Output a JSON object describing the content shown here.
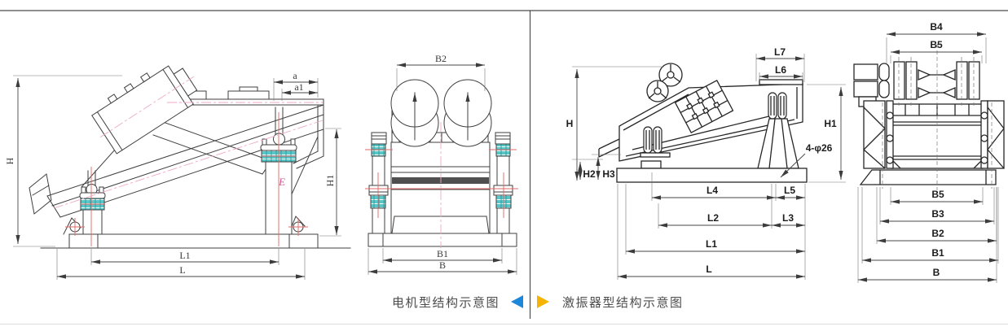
{
  "footer": {
    "left_caption": "电机型结构示意图",
    "right_caption": "激振器型结构示意图"
  },
  "left_panel": {
    "side_view": {
      "H": "H",
      "a": "a",
      "a1": "a1",
      "E": "E",
      "H1": "H1",
      "L1": "L1",
      "L": "L"
    },
    "front_view": {
      "B2": "B2",
      "B1": "B1",
      "B": "B"
    }
  },
  "right_panel": {
    "side_view": {
      "L7": "L7",
      "L6": "L6",
      "H": "H",
      "H2": "H2",
      "H3": "H3",
      "H1": "H1",
      "hole_note": "4-φ26",
      "L4": "L4",
      "L5": "L5",
      "L2": "L2",
      "L3": "L3",
      "L1": "L1",
      "L": "L"
    },
    "front_view": {
      "B4": "B4",
      "B5_top": "B5",
      "B5": "B5",
      "B3": "B3",
      "B2": "B2",
      "B1": "B1",
      "B": "B"
    }
  },
  "colors": {
    "line": "#3f3f3f",
    "centerline_red": "#e06868",
    "centerline_pink": "#eeaac8",
    "spring_teal": "#59c7c7",
    "prev_arrow_blue": "#1d87d9",
    "next_arrow_yellow": "#f6b402",
    "caption_text": "#4d4d4d"
  }
}
